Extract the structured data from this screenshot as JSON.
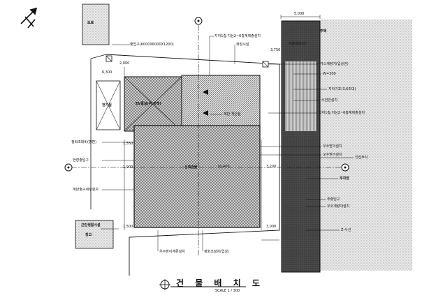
{
  "title": "건 물 배 치 도",
  "scale": "SCALE 1 / 300",
  "dimensions": {
    "top_road_width": "5,000",
    "left_top": "6,300",
    "left_mid": "1,550",
    "left_low": "1,900",
    "left_bottom": "1,500",
    "center": "16,400",
    "right_mid": "3,200",
    "right_low": "3,000",
    "right_top": "3,750",
    "top_small": "2,000"
  },
  "labels": {
    "road": "도로",
    "existing_building": "주택",
    "entrance_gate": "출입구(6000X6000X1200)",
    "stair_new": "지하1층,지상2~6층계제출설치",
    "parking_existing": "화장시설",
    "right_fence": "지붕마감(라)",
    "gas_meter": "가스계량기(입상관)",
    "width_label": "W=300",
    "pump_room": "지하기초(3,6조대)",
    "elevator": "수전반설치",
    "stair_detail": "지하1층,지상2~6층계제출설치",
    "stair_label": "계단 계단실",
    "utility_left": "전기실",
    "tunnel_left": "EV홀실(위,아래)",
    "main_building": "신축건물",
    "left_water": "정화조대비(평면)",
    "left_boundary": "현장출입구",
    "left_drainage": "계단출구세부설치",
    "right_water1": "우수받이설치",
    "right_water2": "오수받이설치",
    "right_road": "인접부지",
    "right_parking": "주차장",
    "right_boundary": "주출입구",
    "right_drain": "우수계량대설치",
    "right_z": "Z-사선",
    "bottom_store": "근린생활시설",
    "bottom_left": "창고",
    "bottom_drain": "우수받이계류설치",
    "bottom_right": "정화조설치(입상)"
  }
}
